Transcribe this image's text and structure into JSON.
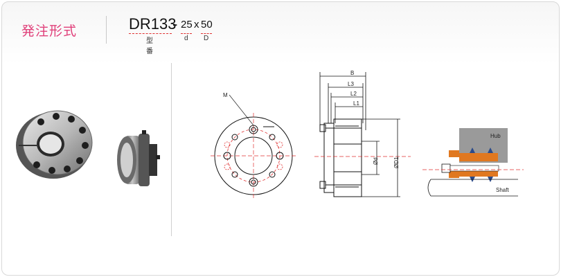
{
  "header": {
    "title": "発注形式"
  },
  "model": {
    "prefix": "DR133",
    "dash": "-",
    "size_d": "25",
    "size_sep": "x",
    "size_D": "50",
    "label_type": "型番",
    "label_d": "d",
    "label_D": "D"
  },
  "drawing": {
    "label_M": "M",
    "label_B": "B",
    "label_L3": "L3",
    "label_L2": "L2",
    "label_L1": "L1",
    "label_phi_d": "Ød",
    "label_phi_D1": "ØD1",
    "label_hub": "Hub",
    "label_shaft": "Shaft"
  },
  "colors": {
    "accent": "#e0407a",
    "center_line": "#e03030",
    "sleeve": "#e07820",
    "arrow": "#2a4a8a",
    "hub": "#9a9a9a"
  }
}
